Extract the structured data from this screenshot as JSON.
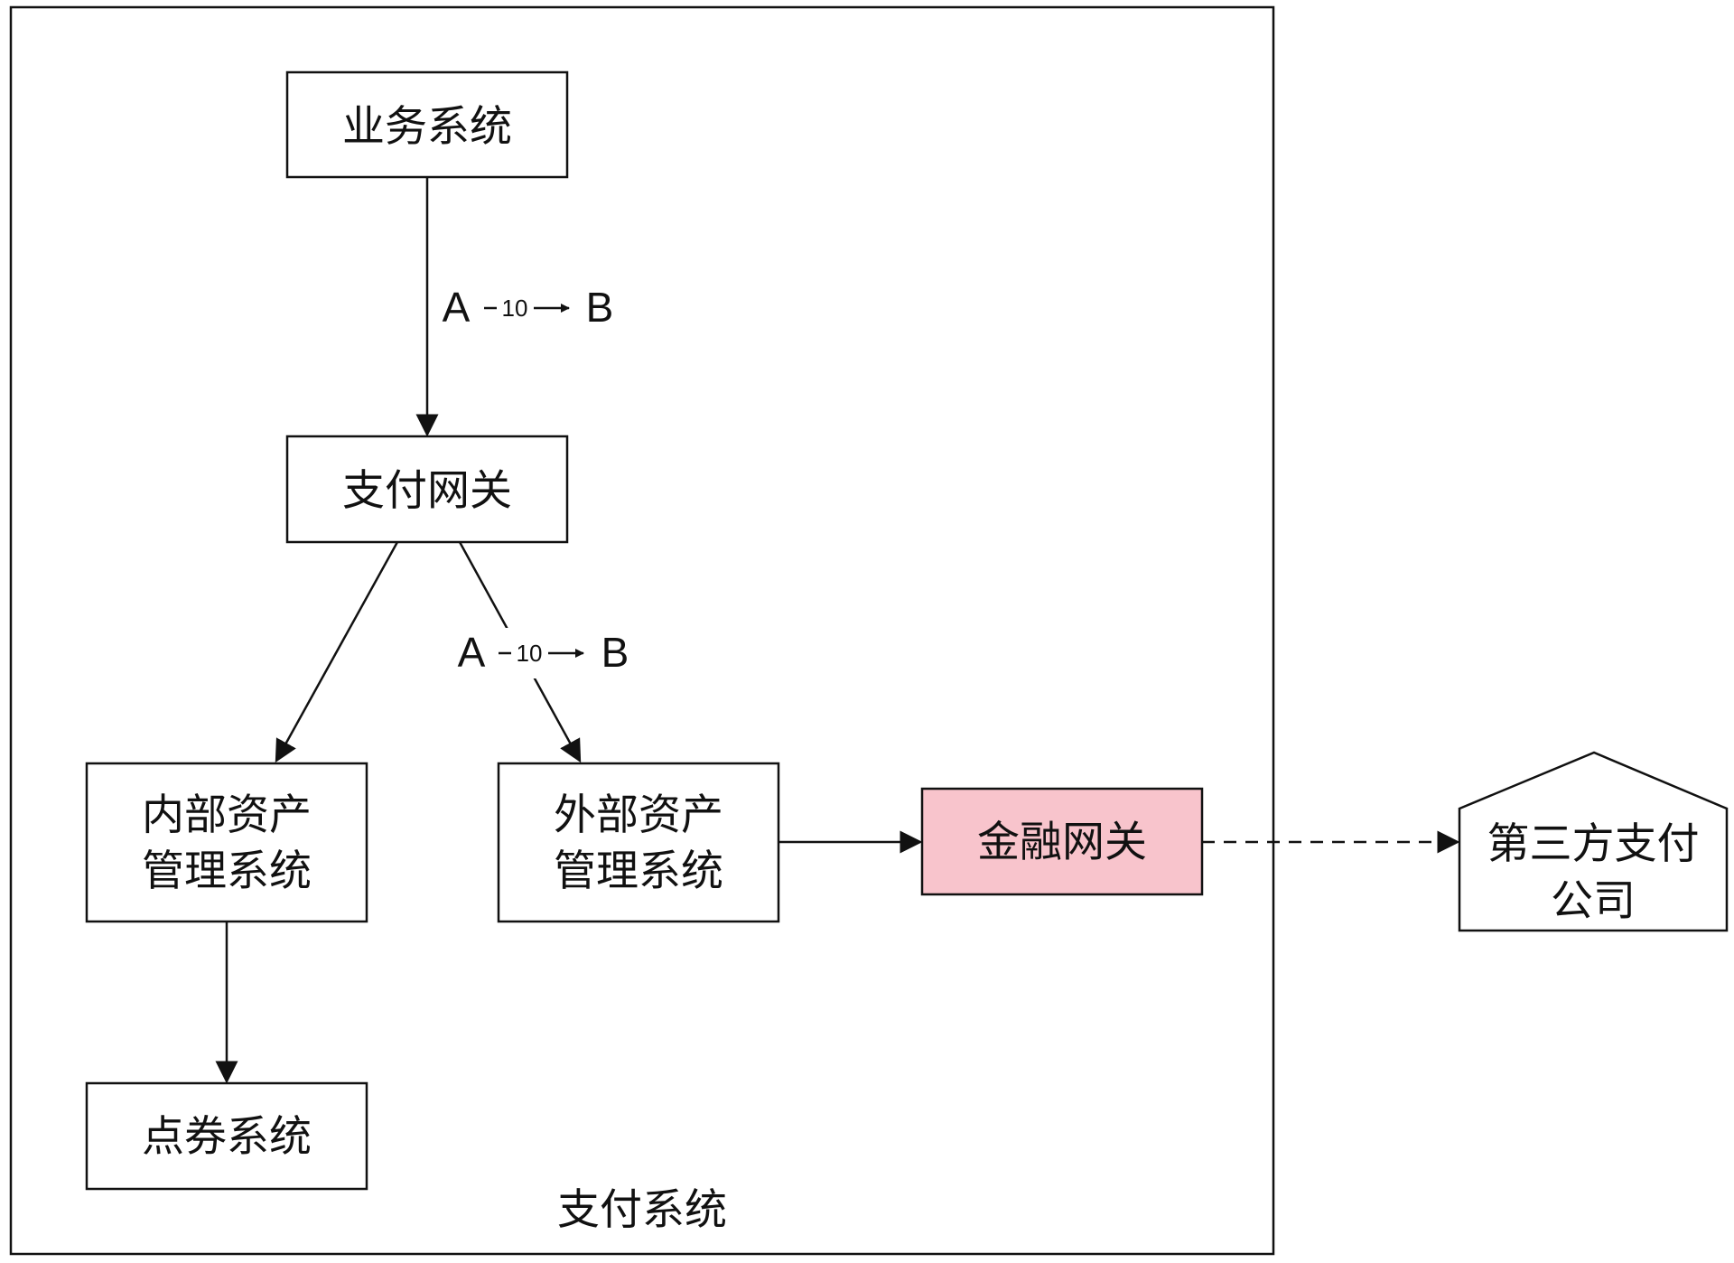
{
  "frame": {
    "label": "支付系统"
  },
  "nodes": {
    "business": {
      "label": "业务系统"
    },
    "gateway": {
      "label": "支付网关"
    },
    "internal_asset": {
      "line1": "内部资产",
      "line2": "管理系统"
    },
    "external_asset": {
      "line1": "外部资产",
      "line2": "管理系统"
    },
    "coupon": {
      "label": "点券系统"
    },
    "finance_gateway": {
      "label": "金融网关"
    },
    "third_party": {
      "line1": "第三方支付",
      "line2": "公司"
    }
  },
  "edges": {
    "business_to_gateway": {
      "from": "A",
      "amount": "10",
      "to": "B"
    },
    "gateway_to_external": {
      "from": "A",
      "amount": "10",
      "to": "B"
    }
  },
  "colors": {
    "stroke": "#111111",
    "finance_fill": "#f8c4cc"
  },
  "icons": {
    "third_party": "house-shape"
  }
}
